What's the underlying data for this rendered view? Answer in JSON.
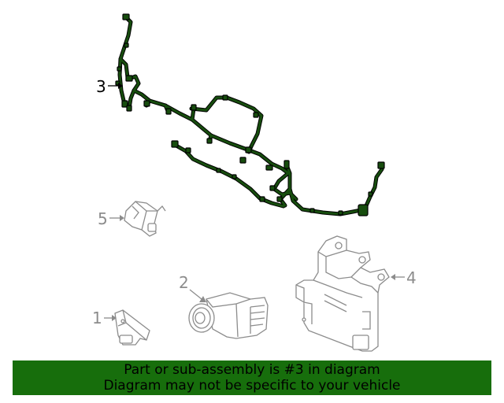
{
  "diagram": {
    "callouts": [
      {
        "id": "part-1",
        "label": "1"
      },
      {
        "id": "part-2",
        "label": "2"
      },
      {
        "id": "part-3",
        "label": "3"
      },
      {
        "id": "part-4",
        "label": "4"
      },
      {
        "id": "part-5",
        "label": "5"
      }
    ],
    "highlighted_part": "3",
    "colors": {
      "highlight": "#174d0e",
      "harness_outline": "#000000",
      "part_gray": "#9a9a9a",
      "banner_bg": "#176e0c"
    }
  },
  "footer": {
    "line1": "Part or sub-assembly is #3 in diagram",
    "line2": "Diagram may not be specific to your vehicle"
  }
}
